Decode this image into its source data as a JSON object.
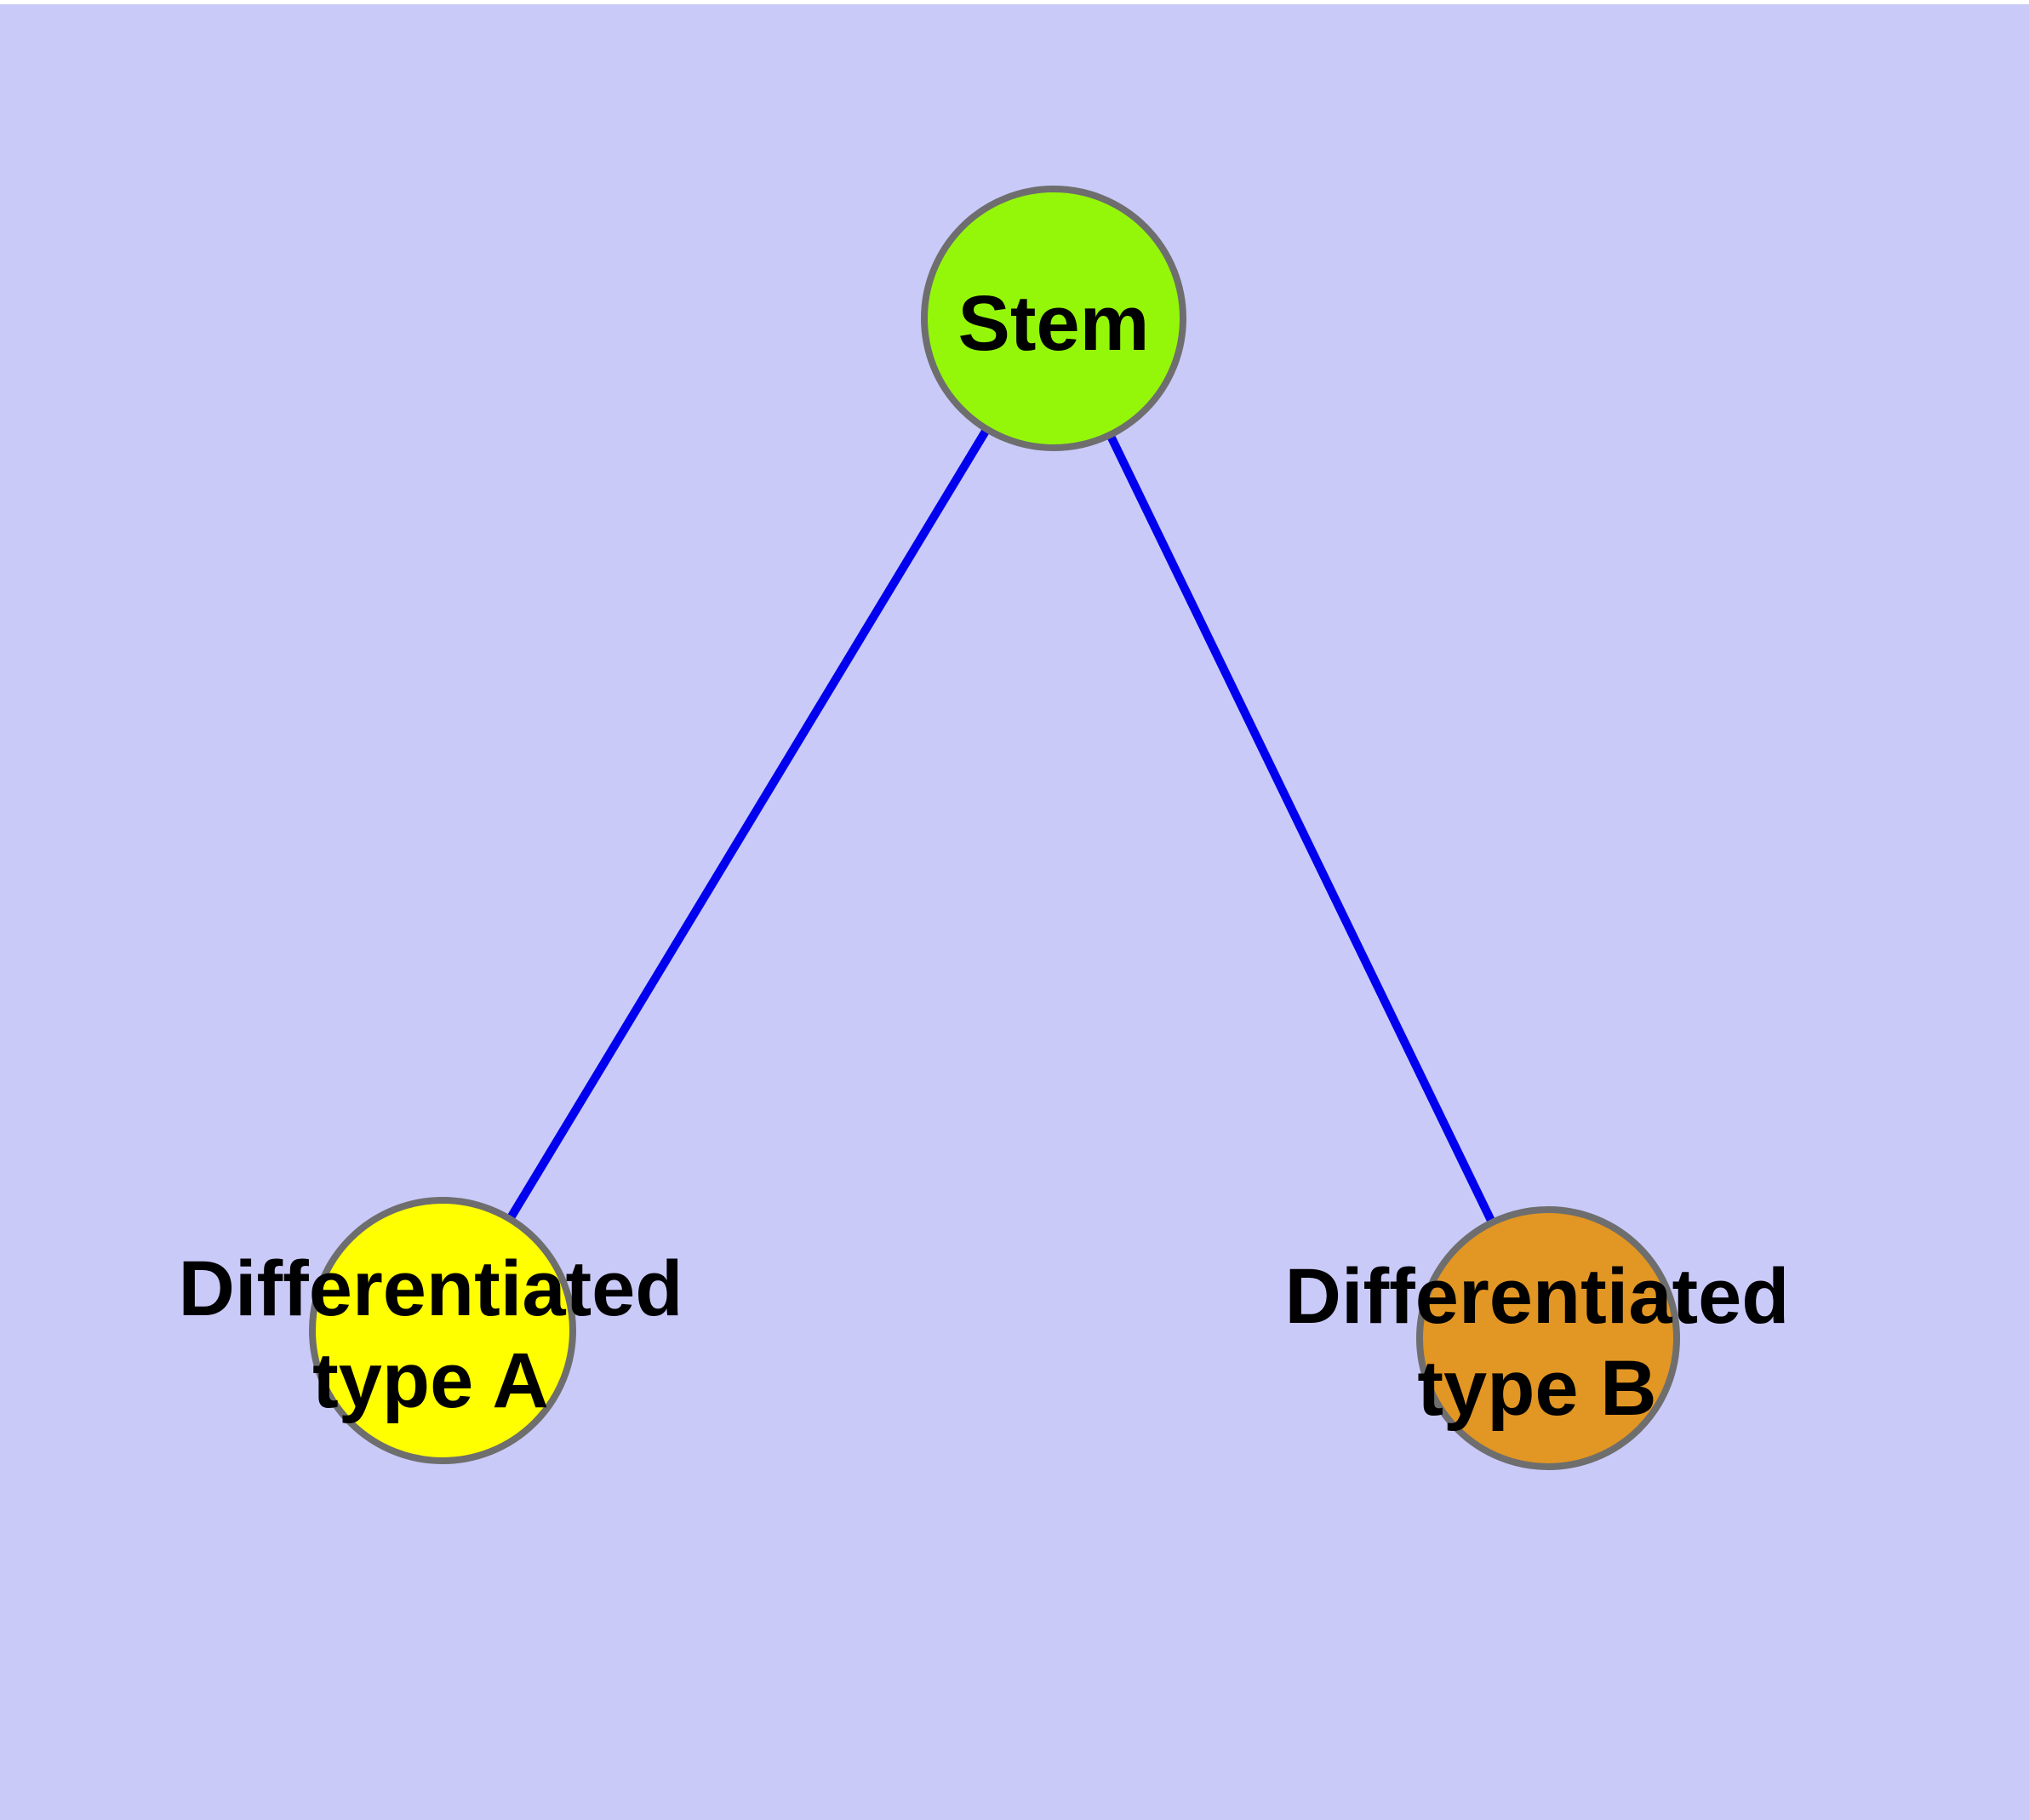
{
  "diagram": {
    "background_color": "#CACAF9",
    "edge_color": "#0000EE",
    "node_border_color": "#6E6E6E",
    "label_color": "#000000",
    "nodes": [
      {
        "id": "stem",
        "label": "Stem",
        "color": "#94F70A"
      },
      {
        "id": "differentiated-type-a",
        "label_line1": "Differentiated",
        "label_line2": "type A",
        "color": "#FFFF00"
      },
      {
        "id": "differentiated-type-b",
        "label_line1": "Differentiated",
        "label_line2": "type B",
        "color": "#E29623"
      }
    ],
    "edges": [
      {
        "from": "Stem",
        "to": "Differentiated type A"
      },
      {
        "from": "Stem",
        "to": "Differentiated type B"
      }
    ]
  }
}
